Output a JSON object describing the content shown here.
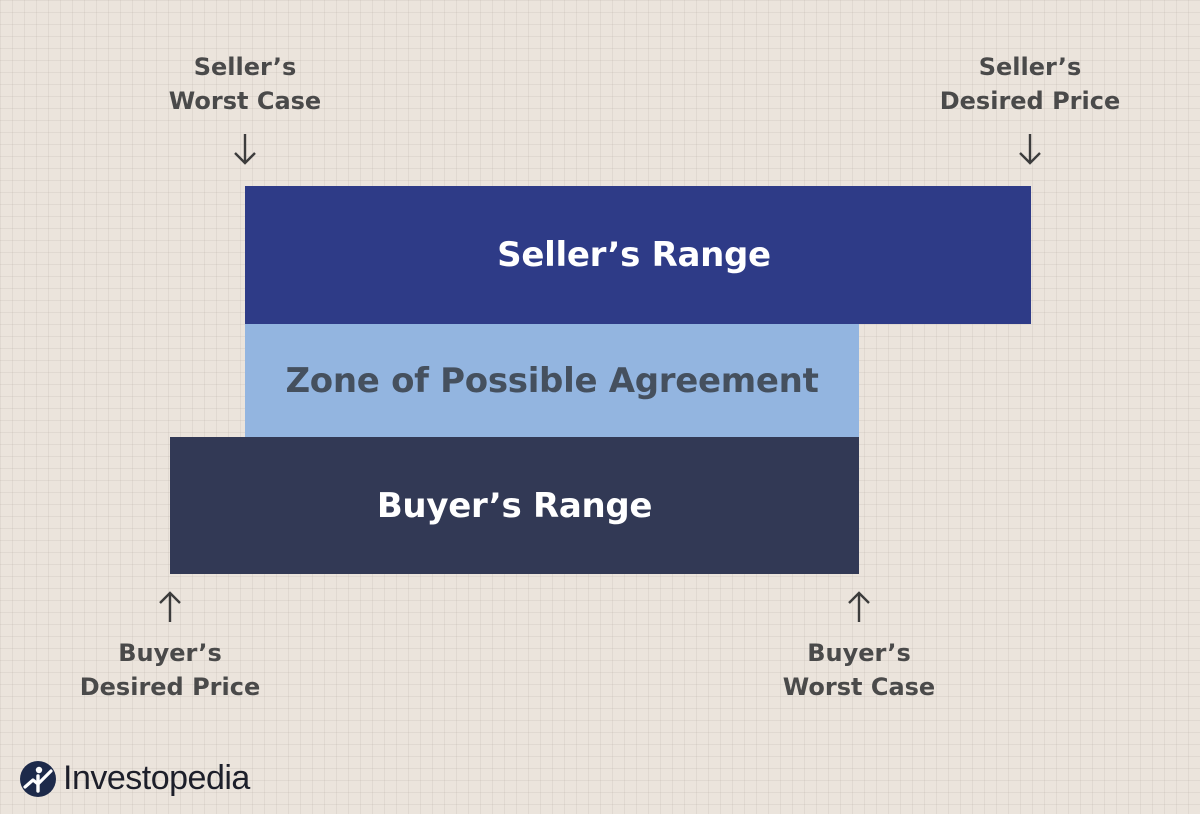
{
  "bars": {
    "seller_range": "Seller’s Range",
    "zopa": "Zone of Possible Agreement",
    "buyer_range": "Buyer’s Range"
  },
  "markers": {
    "seller_worst_case": "Seller’s\nWorst Case",
    "seller_desired_price": "Seller’s\nDesired Price",
    "buyer_desired_price": "Buyer’s\nDesired Price",
    "buyer_worst_case": "Buyer’s\nWorst Case"
  },
  "brand": {
    "name": "Investopedia"
  },
  "colors": {
    "seller_range": "#2e3b87",
    "zopa": "#93b5e0",
    "buyer_range": "#323955",
    "background": "#ebe4dc",
    "text": "#4a4a4a"
  },
  "icons": {
    "down_arrow": "down-arrow-icon",
    "up_arrow": "up-arrow-icon",
    "logo": "investopedia-logo-icon"
  }
}
